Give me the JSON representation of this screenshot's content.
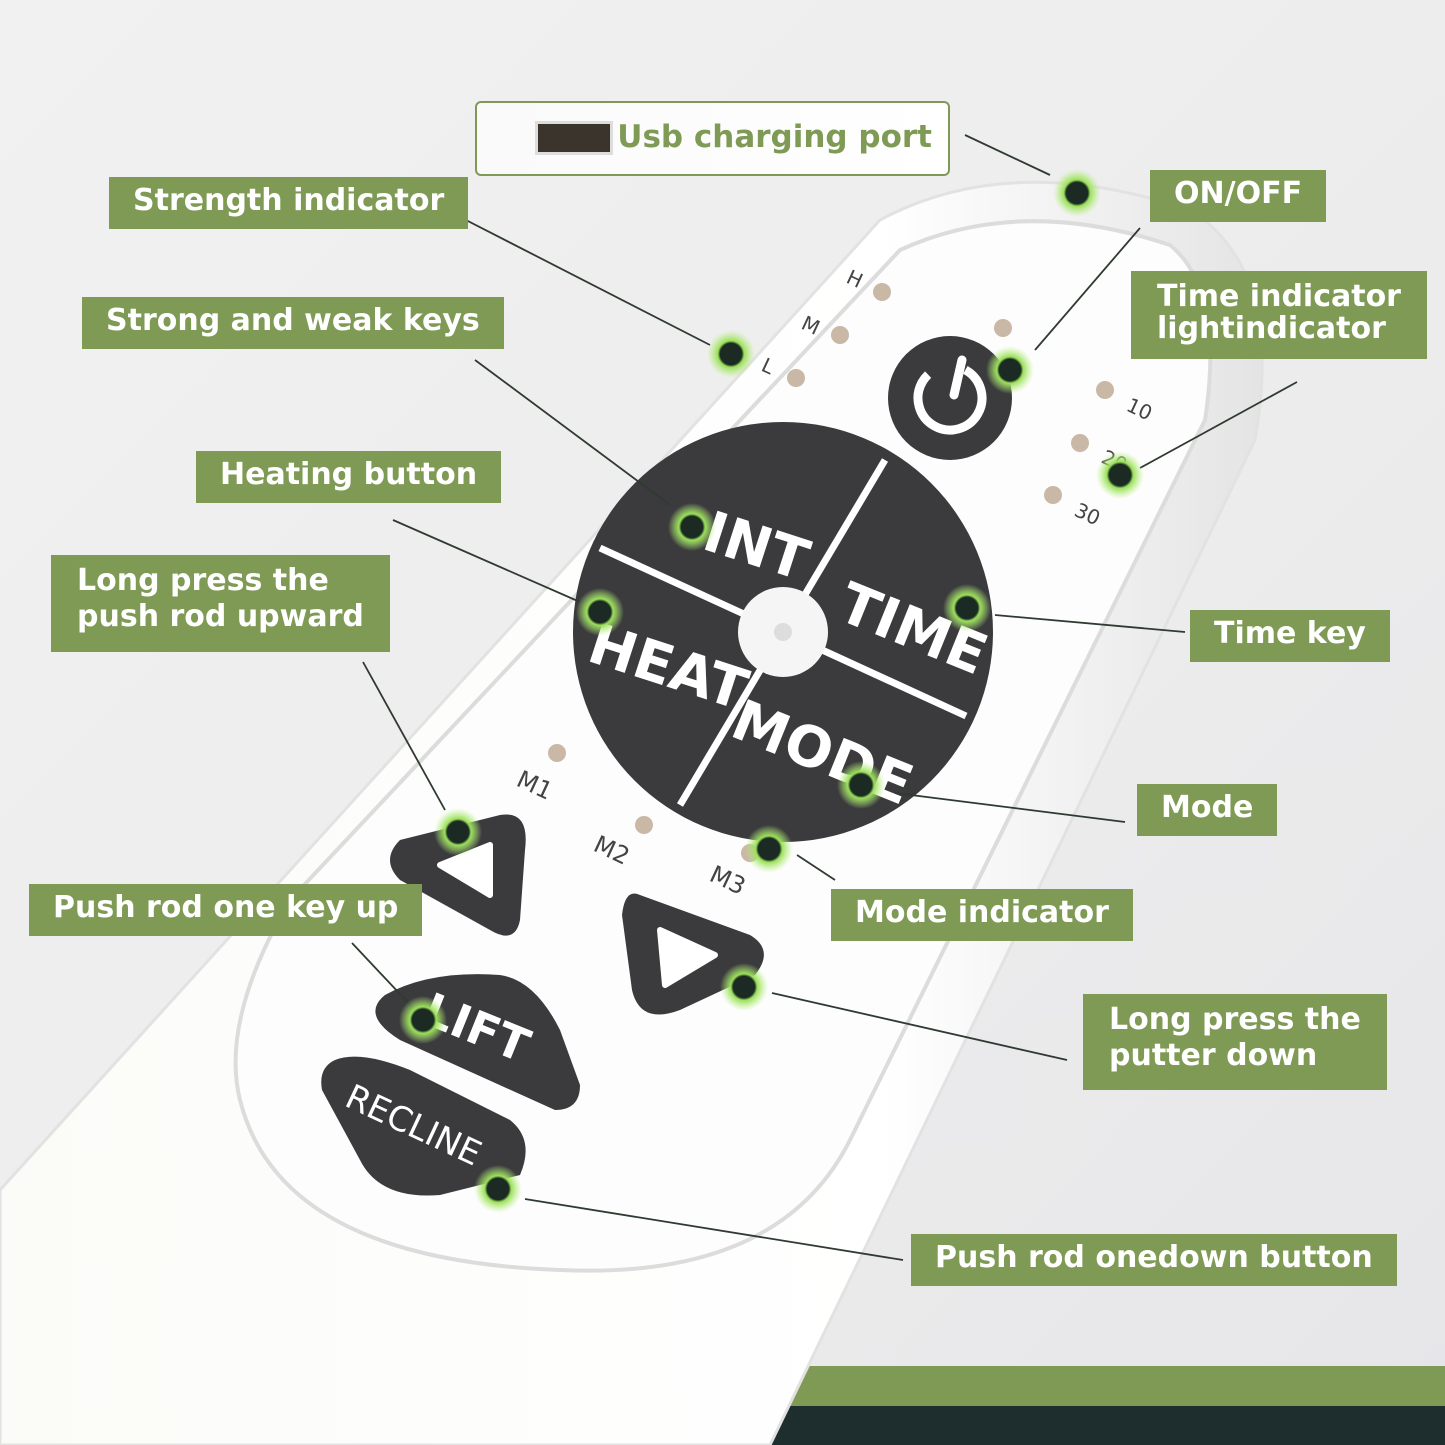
{
  "labels": {
    "usb": "Usb charging port",
    "strength_indicator": "Strength indicator",
    "on_off": "ON/OFF",
    "time_indicator_1": "Time indicator",
    "time_indicator_2": "lightindicator",
    "strong_weak": "Strong and weak keys",
    "heating": "Heating button",
    "long_up_1": "Long press the",
    "long_up_2": "push rod upward",
    "time_key": "Time key",
    "mode": "Mode",
    "push_up": "Push rod one key up",
    "mode_indicator": "Mode indicator",
    "putter_down_1": "Long press the",
    "putter_down_2": "putter down",
    "push_down": "Push rod onedown button"
  },
  "remote": {
    "keys": {
      "int": "INT",
      "time": "TIME",
      "heat": "HEAT",
      "mode": "MODE",
      "lift": "LIFT",
      "recline": "RECLINE"
    },
    "strength_levels": [
      "H",
      "M",
      "L"
    ],
    "time_levels": [
      "10",
      "20",
      "30"
    ],
    "modes": [
      "M1",
      "M2",
      "M3"
    ]
  },
  "colors": {
    "accent": "#7f9a55",
    "dark": "#1e2e2f",
    "button": "#3b3b3d"
  }
}
